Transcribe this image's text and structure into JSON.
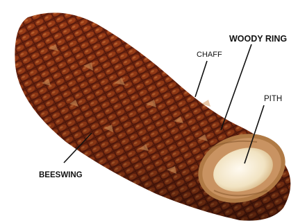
{
  "labels": {
    "woody_ring": "WOODY RING",
    "chaff": "CHAFF",
    "pith": "PITH",
    "beeswing": "BEESWING"
  },
  "colors": {
    "background": "#ffffff",
    "cob_dark": "#5a1a08",
    "cob_mid": "#8b3413",
    "chaff_light": "#c9894e",
    "woody_ring": "#b88552",
    "pith": "#f4ecd6",
    "pointer_line": "#111111"
  }
}
